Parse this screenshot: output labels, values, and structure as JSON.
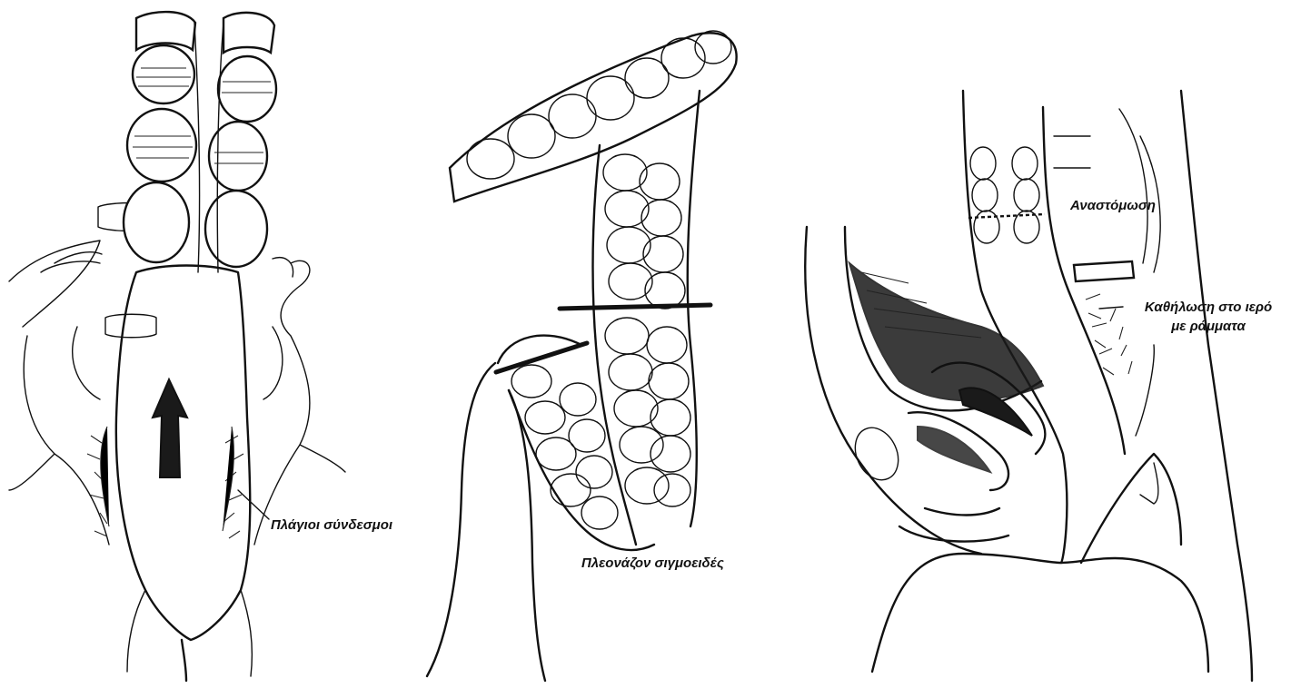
{
  "panels": [
    {
      "id": "panel-lateral-ligaments",
      "labels": [
        "Πλάγιοι σύνδεσμοι"
      ]
    },
    {
      "id": "panel-redundant-sigmoid",
      "labels": [
        "Πλεονάζον σιγμοειδές"
      ]
    },
    {
      "id": "panel-anastomosis-fixation",
      "labels": [
        "Αναστόμωση",
        "Καθήλωση στο ιερό",
        "με ράμματα"
      ]
    }
  ],
  "colors": {
    "ink": "#111111",
    "background": "#ffffff"
  },
  "icons": {
    "arrow": "up-arrow-icon"
  }
}
